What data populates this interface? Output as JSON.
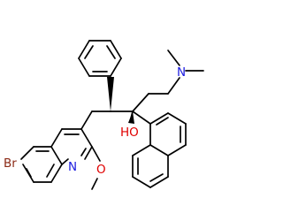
{
  "molecule": {
    "atoms": {
      "bromine": "Br",
      "quinoline_nitrogen": "N",
      "methoxy_oxygen": "O",
      "hydroxyl": "HO",
      "amine_nitrogen": "N"
    },
    "colors": {
      "bond": "#000000",
      "bromine": "#8b2a16",
      "nitrogen": "#1c1ce0",
      "oxygen": "#e00000"
    }
  }
}
